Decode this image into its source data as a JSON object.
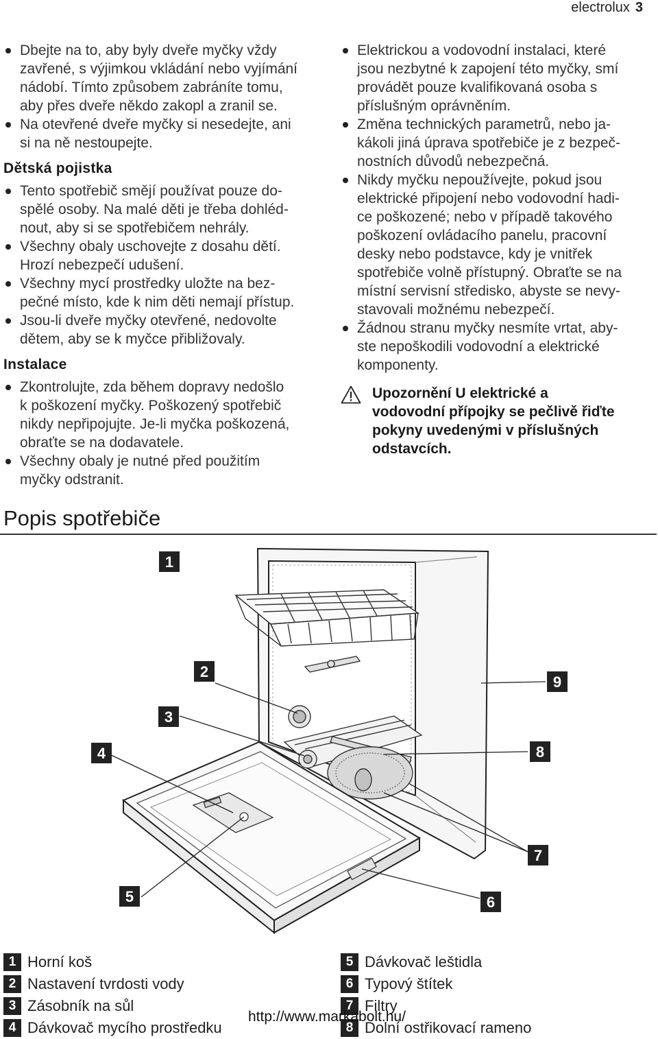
{
  "header": {
    "brand": "electrolux",
    "page_number": "3"
  },
  "left_column": {
    "intro_items": [
      "Dbejte na to, aby byly dveře myčky vždy\nzavřené, s výjimkou vkládání nebo vyjímání\nnádobí. Tímto způsobem zabráníte tomu,\naby přes dveře někdo zakopl a zranil se.",
      "Na otevřené dveře myčky si nesedejte, ani\nsi na ně nestoupejte."
    ],
    "child_safety_heading": "Dětská pojistka",
    "child_safety_items": [
      "Tento spotřebič smějí používat pouze do-\nspělé osoby. Na malé děti je třeba dohléd-\nnout, aby si se spotřebičem nehrály.",
      "Všechny obaly uschovejte z dosahu dětí.\nHrozí nebezpečí udušení.",
      "Všechny mycí prostředky uložte na bez-\npečné místo, kde k nim děti nemají přístup.",
      "Jsou-li dveře myčky otevřené, nedovolte\ndětem, aby se k myčce přibližovaly."
    ],
    "installation_heading": "Instalace",
    "installation_items": [
      "Zkontrolujte, zda během dopravy nedošlo\nk poškození myčky. Poškozený spotřebič\nnikdy nepřipojujte. Je-li myčka poškozená,\nobraťte se na dodavatele.",
      "Všechny obaly je nutné před použitím\nmyčky odstranit."
    ]
  },
  "right_column": {
    "items": [
      "Elektrickou a vodovodní instalaci, které\njsou nezbytné k zapojení této myčky, smí\nprovádět pouze kvalifikovaná osoba s\npříslušným oprávněním.",
      "Změna technických parametrů, nebo ja-\nkákoli jiná úprava spotřebiče je z bezpeč-\nnostních důvodů nebezpečná.",
      "Nikdy myčku nepoužívejte, pokud jsou\nelektrické připojení nebo vodovodní hadi-\nce poškozené; nebo v případě takového\npoškození ovládacího panelu, pracovní\ndesky nebo podstavce, kdy je vnitřek\nspotřebiče volně přístupný. Obraťte se na\nmístní servisní středisko, abyste se nevy-\nstavovali možnému nebezpečí.",
      "Žádnou stranu myčky nesmíte vrtat, aby-\nste nepoškodili vodovodní a elektrické\nkomponenty."
    ],
    "warning": "Upozornění U elektrické a\nvodovodní přípojky se pečlivě řiďte\npokyny uvedenými v příslušných\nodstavcích."
  },
  "section_title": "Popis spotřebiče",
  "figure_labels": [
    "1",
    "2",
    "3",
    "4",
    "5",
    "6",
    "7",
    "8",
    "9"
  ],
  "legend": [
    {
      "num": "1",
      "text": "Horní koš"
    },
    {
      "num": "2",
      "text": "Nastavení tvrdosti vody"
    },
    {
      "num": "3",
      "text": "Zásobník na sůl"
    },
    {
      "num": "4",
      "text": "Dávkovač mycího prostředku"
    },
    {
      "num": "5",
      "text": "Dávkovač leštidla"
    },
    {
      "num": "6",
      "text": "Typový štítek"
    },
    {
      "num": "7",
      "text": "Filtry"
    },
    {
      "num": "8",
      "text": "Dolní ostřikovací rameno"
    }
  ],
  "footer_url": "http://www.markabolt.hu/",
  "colors": {
    "text": "#333333",
    "label_bg": "#222222",
    "label_fg": "#ffffff"
  }
}
